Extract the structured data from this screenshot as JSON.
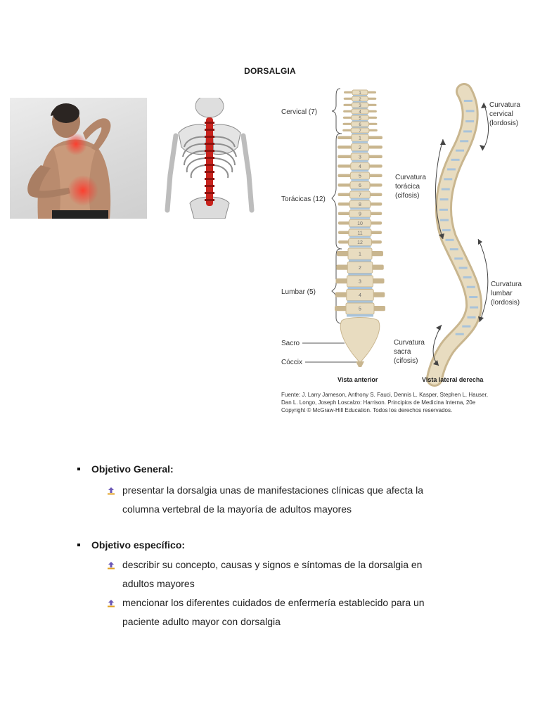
{
  "document": {
    "title": "DORSALGIA"
  },
  "figure": {
    "labels": {
      "cervical": "Cervical (7)",
      "thoracic": "Torácicas (12)",
      "lumbar": "Lumbar (5)",
      "sacrum": "Sacro",
      "coccyx": "Cóccix",
      "curve_cervical": [
        "Curvatura",
        "cervical",
        "(lordosis)"
      ],
      "curve_thoracic": [
        "Curvatura",
        "torácica",
        "(cifosis)"
      ],
      "curve_lumbar": [
        "Curvatura",
        "lumbar",
        "(lordosis)"
      ],
      "curve_sacral": [
        "Curvatura",
        "sacra",
        "(cifosis)"
      ],
      "view_anterior": "Vista anterior",
      "view_lateral": "Vista lateral derecha",
      "source": [
        "Fuente: J. Larry Jameson, Anthony S. Fauci, Dennis L. Kasper, Stephen L. Hauser,",
        "Dan L. Longo, Joseph Loscalzo: Harrison. Principios de Medicina Interna, 20e",
        "Copyright © McGraw-Hill Education. Todos los derechos reservados."
      ],
      "vertebra_numbers": [
        "1",
        "2",
        "3",
        "4",
        "5",
        "6",
        "7",
        "1",
        "2",
        "3",
        "4",
        "5",
        "6",
        "7",
        "8",
        "9",
        "10",
        "11",
        "12",
        "1",
        "2",
        "3",
        "4",
        "5"
      ]
    }
  },
  "objectives": {
    "general": {
      "heading": "Objetivo General:",
      "items": [
        [
          "presentar  la dorsalgia unas  de  manifestaciones clínicas  que afecta la",
          "columna vertebral de la mayoría de adultos mayores"
        ]
      ]
    },
    "specific": {
      "heading": "Objetivo específico:",
      "items": [
        [
          "describir su concepto, causas y signos e síntomas de la dorsalgia en",
          "adultos mayores"
        ],
        [
          "mencionar los diferentes cuidados de enfermería establecido para un",
          "paciente  adulto mayor con dorsalgia"
        ]
      ]
    }
  },
  "colors": {
    "bone": "#e8dcc0",
    "bone_shade": "#c9b68f",
    "disc": "#a9c3d9",
    "pain_red": "#e5322c"
  }
}
